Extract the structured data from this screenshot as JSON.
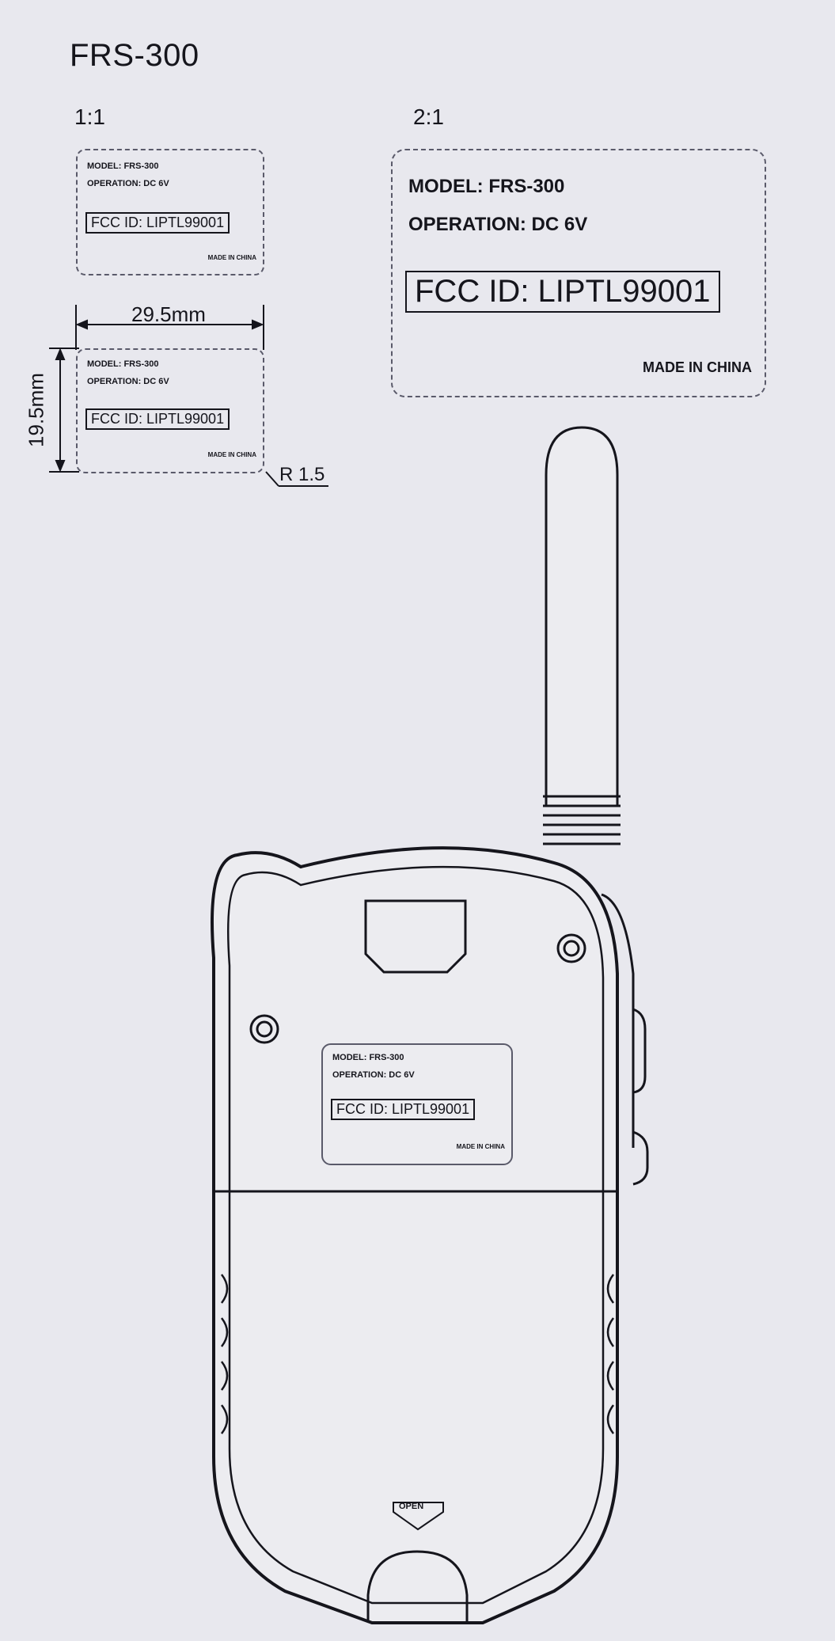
{
  "title": "FRS-300",
  "scale_small": "1:1",
  "scale_large": "2:1",
  "label": {
    "model": "MODEL: FRS-300",
    "operation": "OPERATION: DC 6V",
    "fcc_id": "FCC ID: LIPTL99001",
    "made_in": "MADE IN CHINA"
  },
  "dimensions": {
    "width": "29.5mm",
    "height": "19.5mm",
    "radius": "R 1.5"
  },
  "battery_door": {
    "open_label": "OPEN"
  }
}
